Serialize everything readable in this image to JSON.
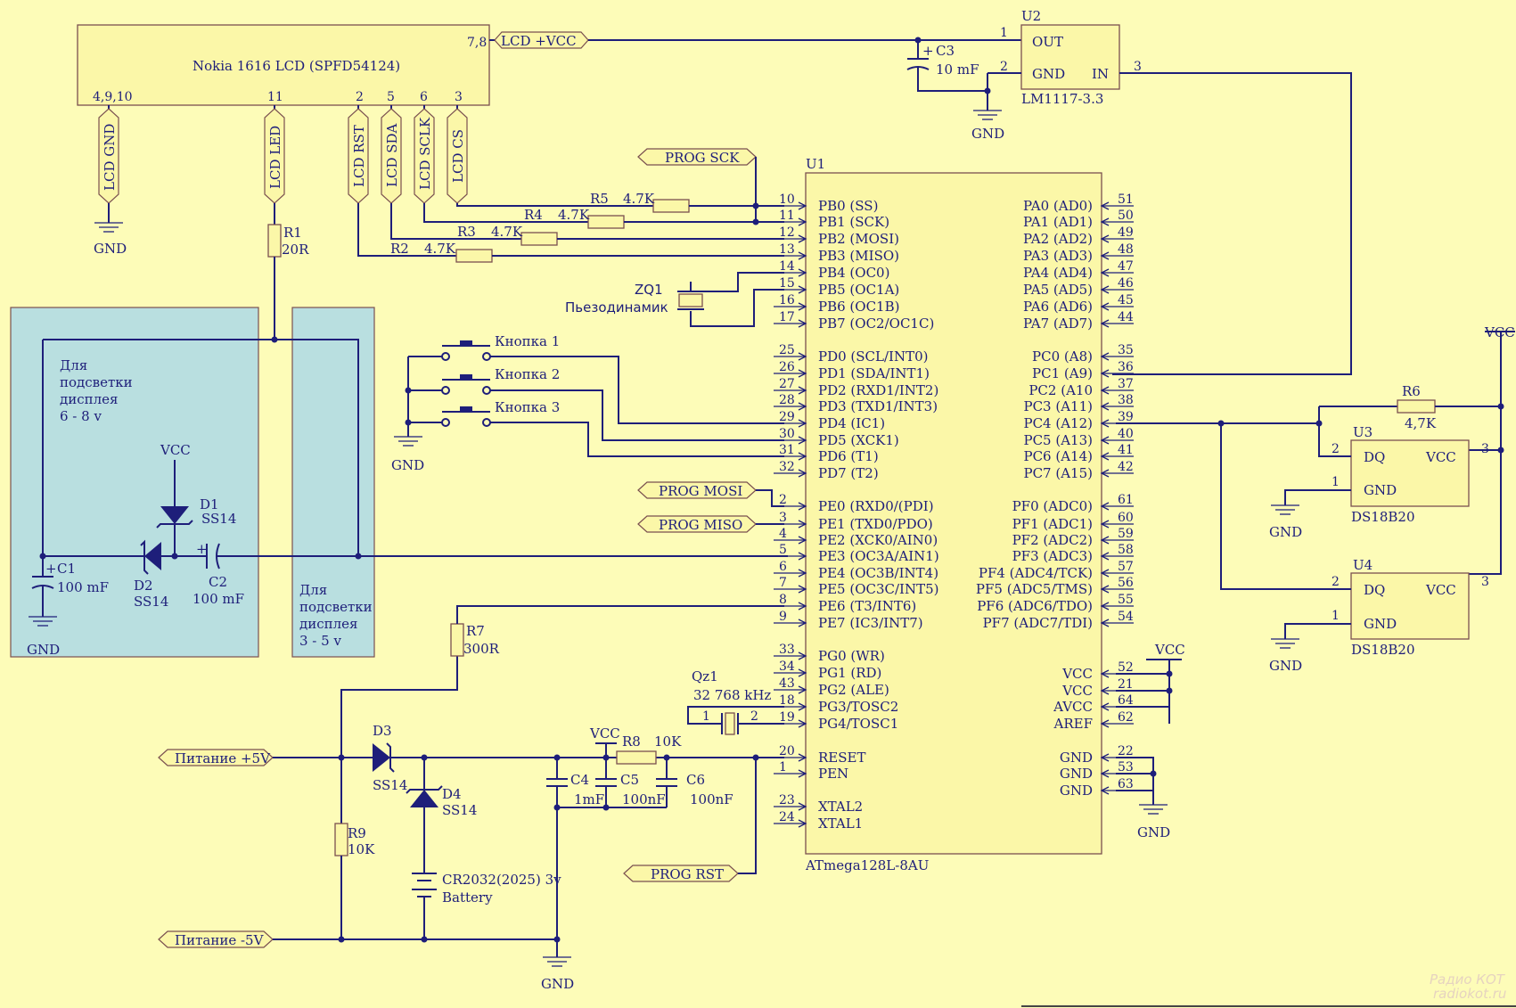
{
  "lcd": {
    "title": "Nokia 1616 LCD (SPFD54124)",
    "pins_power": "7,8",
    "pins_gnd": "4,9,10",
    "pin_led": "11",
    "pin_rst": "2",
    "pin_sda": "5",
    "pin_sclk": "6",
    "pin_cs": "3"
  },
  "nets": {
    "lcd_vcc": "LCD +VCC",
    "lcd_gnd": "LCD GND",
    "lcd_led": "LCD LED",
    "lcd_rst": "LCD RST",
    "lcd_sda": "LCD SDA",
    "lcd_sclk": "LCD SCLK",
    "lcd_cs": "LCD CS",
    "prog_sck": "PROG SCK",
    "prog_mosi": "PROG MOSI",
    "prog_miso": "PROG MISO",
    "prog_rst": "PROG RST",
    "pwr_pos": "Питание +5V",
    "pwr_neg": "Питание -5V",
    "gnd": "GND",
    "vcc": "VCC"
  },
  "u2": {
    "ref": "U2",
    "out": "OUT",
    "gnd_pin": "GND",
    "in_pin": "IN",
    "part": "LM1117-3.3",
    "p1": "1",
    "p2": "2",
    "p3": "3"
  },
  "c3": {
    "ref": "C3",
    "val": "10 mF"
  },
  "r1": {
    "ref": "R1",
    "val": "20R"
  },
  "r2": {
    "ref": "R2",
    "val": "4.7K"
  },
  "r3": {
    "ref": "R3",
    "val": "4.7K"
  },
  "r4": {
    "ref": "R4",
    "val": "4.7K"
  },
  "r5": {
    "ref": "R5",
    "val": "4.7K"
  },
  "r6": {
    "ref": "R6",
    "val": "4,7K"
  },
  "r7": {
    "ref": "R7",
    "val": "300R"
  },
  "r8": {
    "ref": "R8",
    "val": "10K"
  },
  "r9": {
    "ref": "R9",
    "val": "10K"
  },
  "zq1": {
    "ref": "ZQ1",
    "name": "Пьезодинамик"
  },
  "buttons": [
    "Кнопка 1",
    "Кнопка 2",
    "Кнопка 3"
  ],
  "backlight_big": [
    "Для",
    "подсветки",
    "дисплея",
    "6 - 8 v"
  ],
  "backlight_small": [
    "Для",
    "подсветки",
    "дисплея",
    "3 - 5 v"
  ],
  "d1": {
    "ref": "D1",
    "val": "SS14"
  },
  "d2": {
    "ref": "D2",
    "val": "SS14"
  },
  "d3": {
    "ref": "D3",
    "val": "SS14"
  },
  "d4": {
    "ref": "D4",
    "val": "SS14"
  },
  "c1": {
    "ref": "C1",
    "val": "100 mF"
  },
  "c2": {
    "ref": "C2",
    "val": "100 mF"
  },
  "c4": {
    "ref": "C4",
    "val": "1mF"
  },
  "c5": {
    "ref": "C5",
    "val": "100nF"
  },
  "c6": {
    "ref": "C6",
    "val": "100nF"
  },
  "qz1": {
    "ref": "Qz1",
    "freq": "32 768 kHz",
    "p1": "1",
    "p2": "2"
  },
  "battery": {
    "type": "CR2032(2025) 3v",
    "name": "Battery"
  },
  "u1": {
    "ref": "U1",
    "part": "ATmega128L-8AU",
    "left": [
      {
        "num": "10",
        "name": "PB0 (SS)"
      },
      {
        "num": "11",
        "name": "PB1 (SCK)"
      },
      {
        "num": "12",
        "name": "PB2 (MOSI)"
      },
      {
        "num": "13",
        "name": "PB3 (MISO)"
      },
      {
        "num": "14",
        "name": "PB4 (OC0)"
      },
      {
        "num": "15",
        "name": "PB5 (OC1A)"
      },
      {
        "num": "16",
        "name": "PB6 (OC1B)"
      },
      {
        "num": "17",
        "name": "PB7 (OC2/OC1C)"
      },
      {
        "num": "25",
        "name": "PD0 (SCL/INT0)"
      },
      {
        "num": "26",
        "name": "PD1 (SDA/INT1)"
      },
      {
        "num": "27",
        "name": "PD2 (RXD1/INT2)"
      },
      {
        "num": "28",
        "name": "PD3 (TXD1/INT3)"
      },
      {
        "num": "29",
        "name": "PD4 (IC1)"
      },
      {
        "num": "30",
        "name": "PD5 (XCK1)"
      },
      {
        "num": "31",
        "name": "PD6 (T1)"
      },
      {
        "num": "32",
        "name": "PD7 (T2)"
      },
      {
        "num": "2",
        "name": "PE0 (RXD0/(PDI)"
      },
      {
        "num": "3",
        "name": "PE1 (TXD0/PDO)"
      },
      {
        "num": "4",
        "name": "PE2 (XCK0/AIN0)"
      },
      {
        "num": "5",
        "name": "PE3 (OC3A/AIN1)"
      },
      {
        "num": "6",
        "name": "PE4 (OC3B/INT4)"
      },
      {
        "num": "7",
        "name": "PE5 (OC3C/INT5)"
      },
      {
        "num": "8",
        "name": "PE6 (T3/INT6)"
      },
      {
        "num": "9",
        "name": "PE7 (IC3/INT7)"
      },
      {
        "num": "33",
        "name": "PG0 (WR)"
      },
      {
        "num": "34",
        "name": "PG1 (RD)"
      },
      {
        "num": "43",
        "name": "PG2 (ALE)"
      },
      {
        "num": "18",
        "name": "PG3/TOSC2"
      },
      {
        "num": "19",
        "name": "PG4/TOSC1"
      },
      {
        "num": "20",
        "name": "RESET"
      },
      {
        "num": "1",
        "name": "PEN"
      },
      {
        "num": "23",
        "name": "XTAL2"
      },
      {
        "num": "24",
        "name": "XTAL1"
      }
    ],
    "right": [
      {
        "num": "51",
        "name": "PA0 (AD0)"
      },
      {
        "num": "50",
        "name": "PA1 (AD1)"
      },
      {
        "num": "49",
        "name": "PA2 (AD2)"
      },
      {
        "num": "48",
        "name": "PA3 (AD3)"
      },
      {
        "num": "47",
        "name": "PA4 (AD4)"
      },
      {
        "num": "46",
        "name": "PA5 (AD5)"
      },
      {
        "num": "45",
        "name": "PA6 (AD6)"
      },
      {
        "num": "44",
        "name": "PA7 (AD7)"
      },
      {
        "num": "35",
        "name": "PC0 (A8)"
      },
      {
        "num": "36",
        "name": "PC1 (A9)"
      },
      {
        "num": "37",
        "name": "PC2 (A10"
      },
      {
        "num": "38",
        "name": "PC3 (A11)"
      },
      {
        "num": "39",
        "name": "PC4 (A12)"
      },
      {
        "num": "40",
        "name": "PC5 (A13)"
      },
      {
        "num": "41",
        "name": "PC6 (A14)"
      },
      {
        "num": "42",
        "name": "PC7 (A15)"
      },
      {
        "num": "61",
        "name": "PF0 (ADC0)"
      },
      {
        "num": "60",
        "name": "PF1 (ADC1)"
      },
      {
        "num": "59",
        "name": "PF2 (ADC2)"
      },
      {
        "num": "58",
        "name": "PF3 (ADC3)"
      },
      {
        "num": "57",
        "name": "PF4 (ADC4/TCK)"
      },
      {
        "num": "56",
        "name": "PF5 (ADC5/TMS)"
      },
      {
        "num": "55",
        "name": "PF6 (ADC6/TDO)"
      },
      {
        "num": "54",
        "name": "PF7 (ADC7/TDI)"
      },
      {
        "num": "52",
        "name": "VCC"
      },
      {
        "num": "21",
        "name": "VCC"
      },
      {
        "num": "64",
        "name": "AVCC"
      },
      {
        "num": "62",
        "name": "AREF"
      },
      {
        "num": "22",
        "name": "GND"
      },
      {
        "num": "53",
        "name": "GND"
      },
      {
        "num": "63",
        "name": "GND"
      }
    ]
  },
  "u3": {
    "ref": "U3",
    "dq": "DQ",
    "gnd": "GND",
    "vcc": "VCC",
    "part": "DS18B20",
    "p1": "1",
    "p2": "2",
    "p3": "3"
  },
  "u4": {
    "ref": "U4",
    "dq": "DQ",
    "gnd": "GND",
    "vcc": "VCC",
    "part": "DS18B20",
    "p1": "1",
    "p2": "2",
    "p3": "3"
  },
  "watermark": {
    "logo": "Радио КОТ",
    "site": "radiokot.ru"
  }
}
